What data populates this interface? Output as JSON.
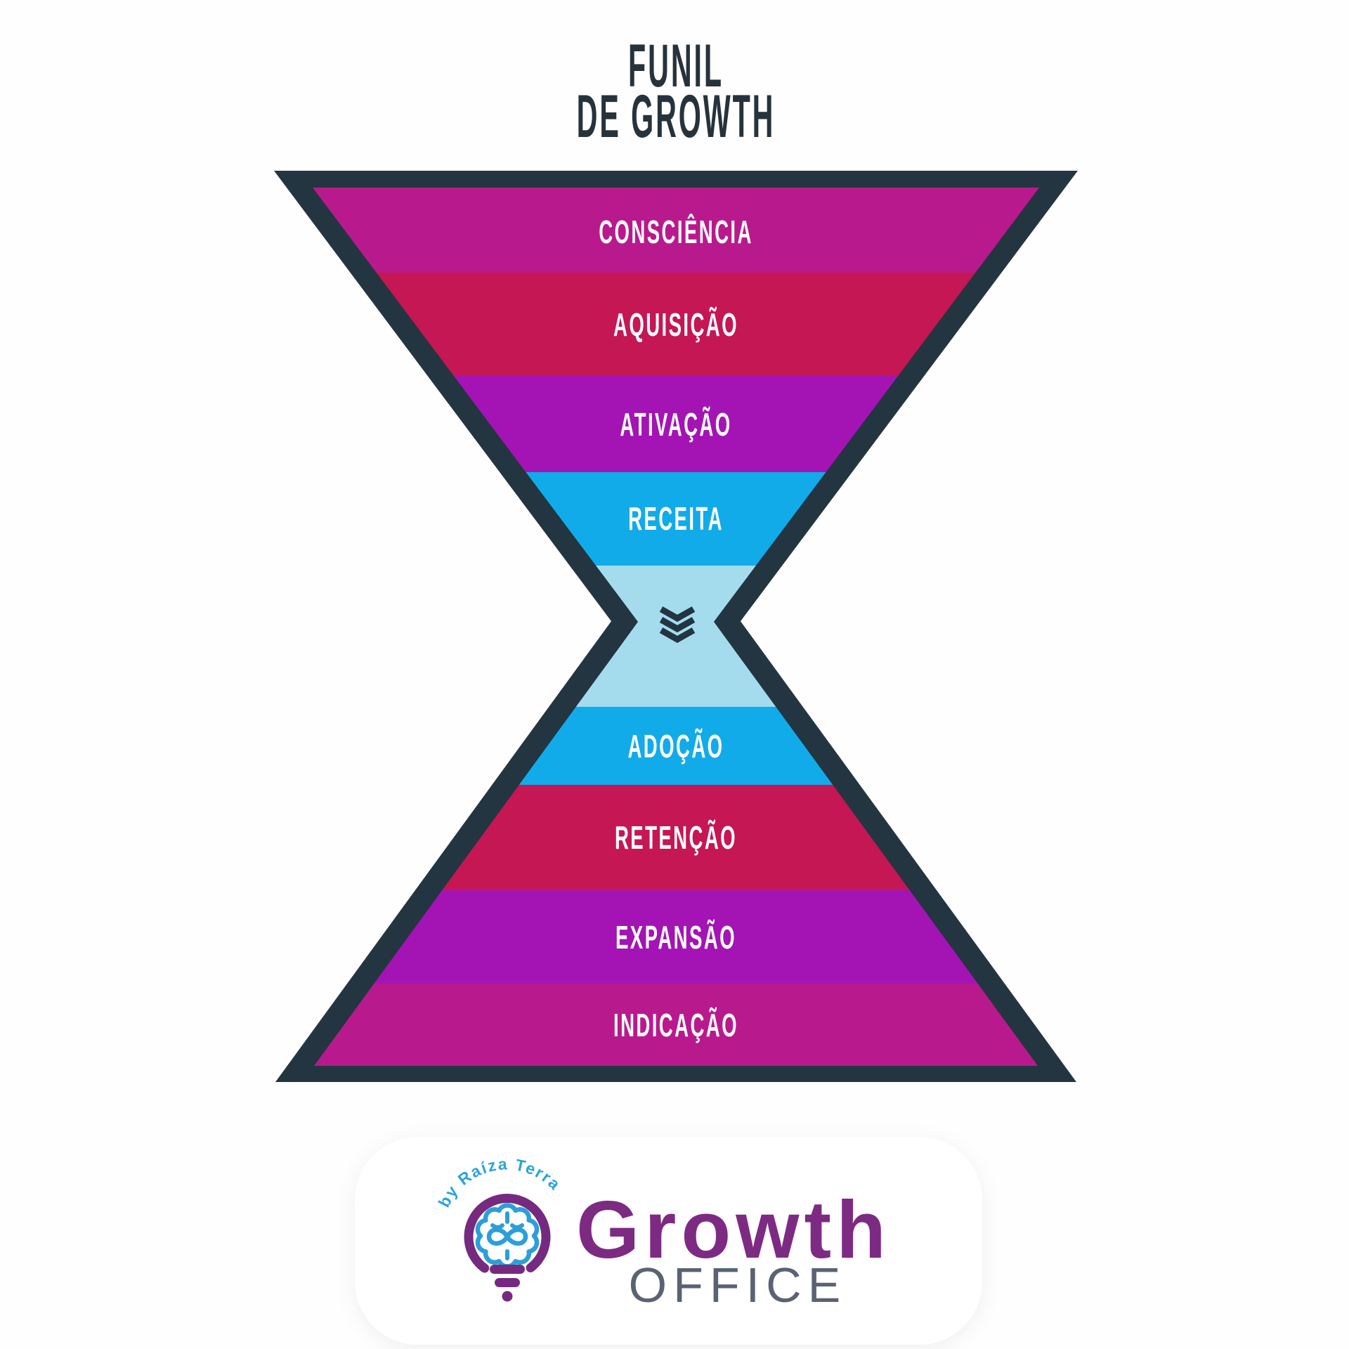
{
  "title": {
    "line1": "FUNIL",
    "line2": "DE GROWTH",
    "color": "#26323c"
  },
  "funnel": {
    "outline_color": "#233540",
    "label_color": "#ffffff",
    "neck_color": "#a4dcee",
    "chevron_icon": "triple-chevron-down",
    "stages": [
      {
        "label": "CONSCIÊNCIA",
        "color": "#b81a8e"
      },
      {
        "label": "AQUISIÇÃO",
        "color": "#c41753"
      },
      {
        "label": "ATIVAÇÃO",
        "color": "#a414b4"
      },
      {
        "label": "RECEITA",
        "color": "#12abe9"
      },
      {
        "label": "",
        "color": "#a4dcee"
      },
      {
        "label": "ADOÇÃO",
        "color": "#12abe9"
      },
      {
        "label": "RETENÇÃO",
        "color": "#c41753"
      },
      {
        "label": "EXPANSÃO",
        "color": "#a414b4"
      },
      {
        "label": "INDICAÇÃO",
        "color": "#b81a8e"
      }
    ]
  },
  "logo": {
    "byline": "by Raíza Terra",
    "byline_color": "#2ba3dc",
    "brand": "Growth",
    "brand_color": "#7d2b82",
    "suffix": "OFFICE",
    "suffix_color": "#5a6273",
    "bulb_color": "#752a80",
    "brain_color": "#2b9fd8"
  }
}
